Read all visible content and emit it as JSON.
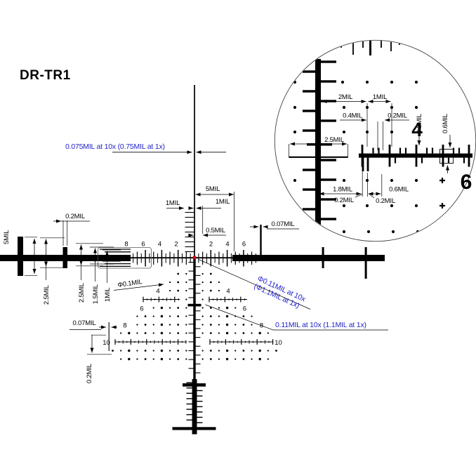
{
  "title": "DR-TR1",
  "colors": {
    "ink": "#000000",
    "annotation_blue": "#2323c8",
    "center_dot_red": "#e00000"
  },
  "notes": {
    "offset_top": "0.075MIL at 10x (0.75MIL at 1x)",
    "dot_diag_1": "Φ0.11MIL at 10x",
    "dot_diag_2": "(Φ1.1MIL at 1x)",
    "dash_note": "0.11MIL at 10x  (1.1MIL at 1x)"
  },
  "dims": {
    "h5": "5MIL",
    "m1l": "1MIL",
    "m1r": "1MIL",
    "half": "0.5MIL",
    "m007t": "0.07MIL",
    "m02t": "0.2MIL",
    "v5": "5MIL",
    "r25a": "2.5MIL",
    "r25b": "2.5MIL",
    "r15": "1.5MIL",
    "r1": "1MIL",
    "dia01": "Φ0.1MIL",
    "m007b": "0.07MIL",
    "m02b": "0.2MIL"
  },
  "axis": {
    "left": [
      "8",
      "6",
      "4",
      "2"
    ],
    "right": [
      "2",
      "4",
      "6"
    ],
    "rows_left": [
      "4",
      "6",
      "8",
      "10"
    ],
    "rows_right": [
      "4",
      "6",
      "8",
      "10"
    ]
  },
  "inset": {
    "d2": "2MIL",
    "d1": "1MIL",
    "d04": "0.4MIL",
    "d02a": "0.2MIL",
    "d02r": "0.2MIL",
    "d06r": "0.6MIL",
    "d25": "2.5MIL",
    "d18": "1.8MIL",
    "d06": "0.6MIL",
    "d02b": "0.2MIL",
    "d02c": "0.2MIL",
    "n4": "4",
    "n6": "6"
  }
}
